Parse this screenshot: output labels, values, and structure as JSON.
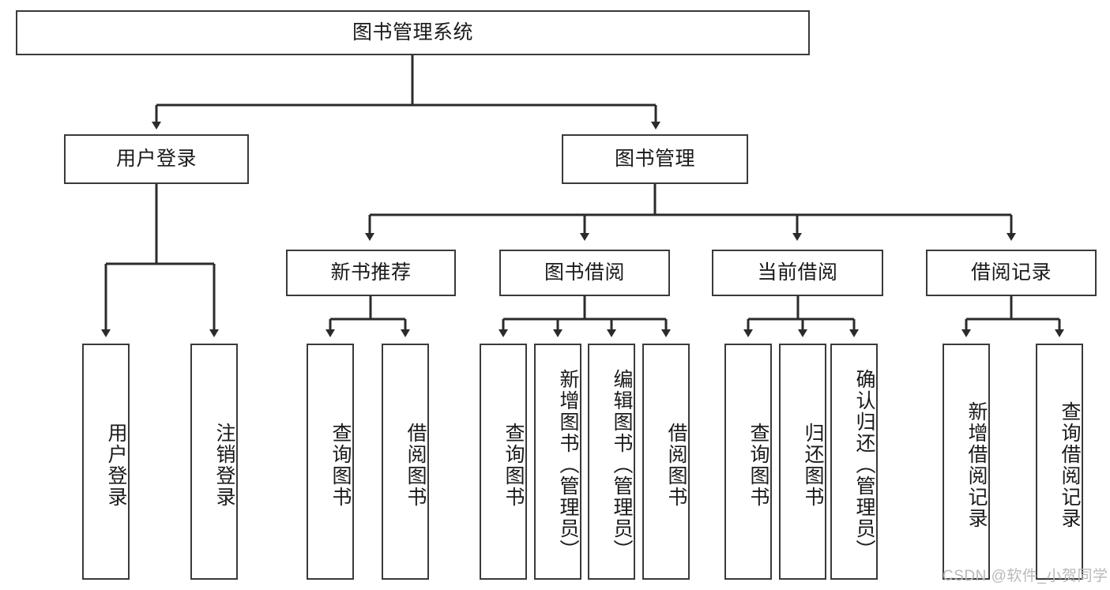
{
  "diagram": {
    "title": "图书管理系统",
    "type": "tree-hierarchy-chart",
    "colors": {
      "box_border": "#3a3a3a",
      "box_fill": "#ffffff",
      "connector": "#2b2b2b",
      "text": "#1a1a1a",
      "watermark": "#b9b9b9"
    },
    "watermark": "CSDN @软件_小贺同学",
    "levels": {
      "root": {
        "label": "图书管理系统"
      },
      "level2": [
        {
          "label": "用户登录"
        },
        {
          "label": "图书管理"
        }
      ],
      "level3": [
        {
          "label": "新书推荐"
        },
        {
          "label": "图书借阅"
        },
        {
          "label": "当前借阅"
        },
        {
          "label": "借阅记录"
        }
      ],
      "leaves": {
        "user_login": [
          {
            "label": "用户登录"
          },
          {
            "label": "注销登录"
          }
        ],
        "new_book_recommend": [
          {
            "label": "查询图书"
          },
          {
            "label": "借阅图书"
          }
        ],
        "book_borrow": [
          {
            "label": "查询图书"
          },
          {
            "label": "新增图书（管理员）"
          },
          {
            "label": "编辑图书（管理员）"
          },
          {
            "label": "借阅图书"
          }
        ],
        "current_borrow": [
          {
            "label": "查询图书"
          },
          {
            "label": "归还图书"
          },
          {
            "label": "确认归还（管理员）"
          }
        ],
        "borrow_record": [
          {
            "label": "新增借阅记录"
          },
          {
            "label": "查询借阅记录"
          }
        ]
      }
    }
  }
}
